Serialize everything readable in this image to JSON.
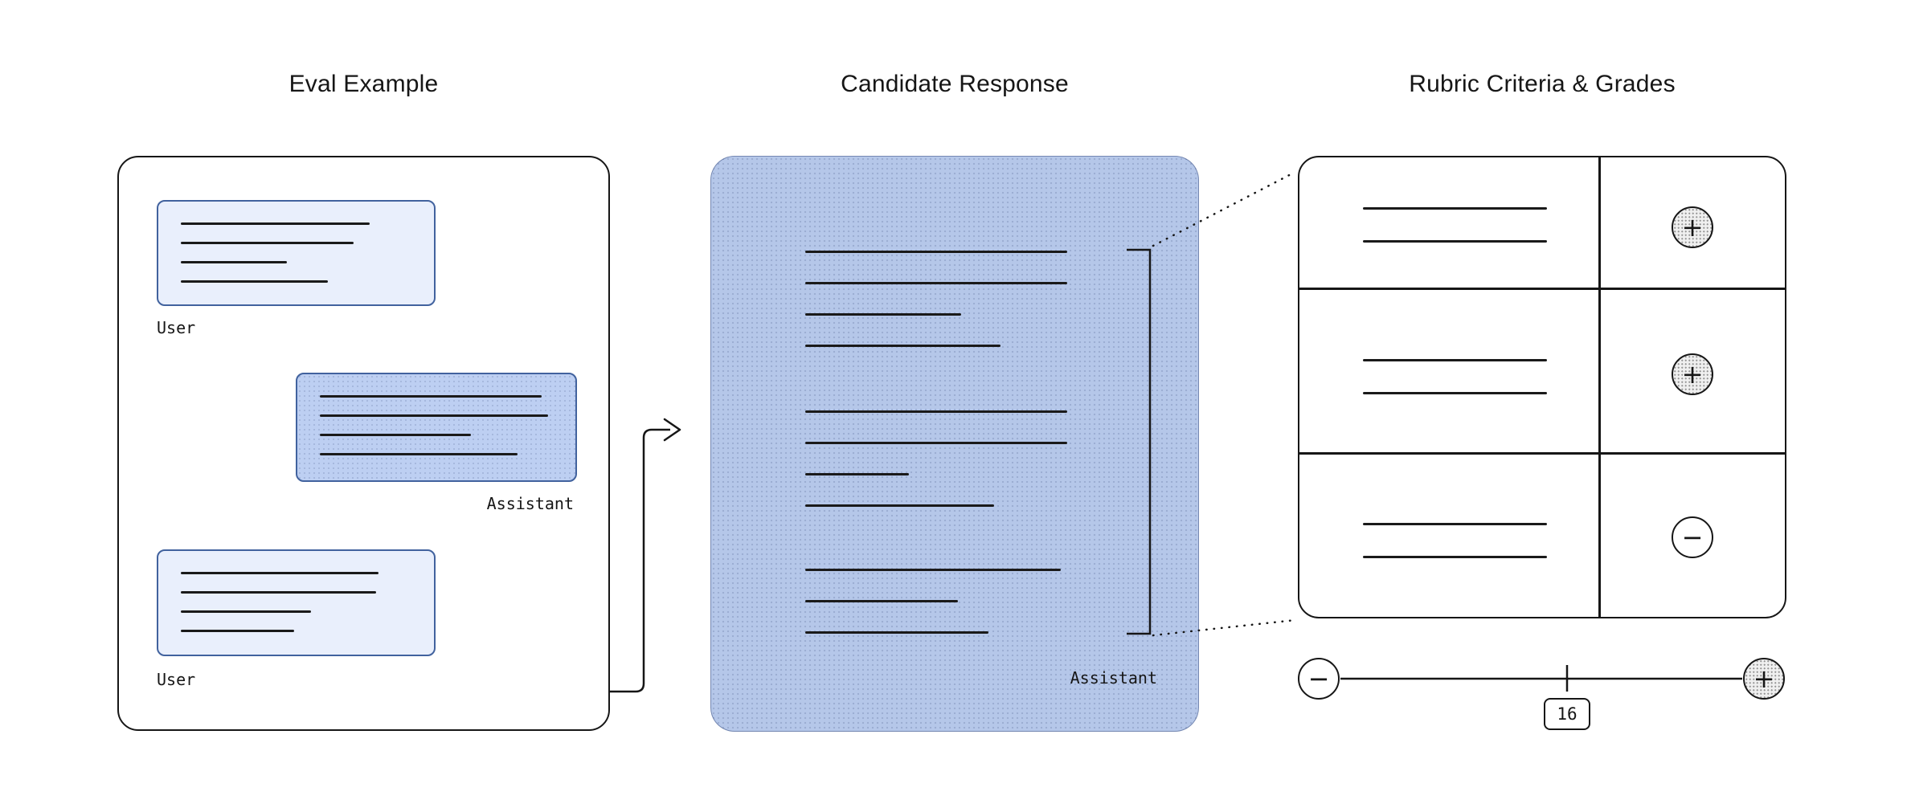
{
  "titles": {
    "eval": "Eval Example",
    "candidate": "Candidate Response",
    "rubric": "Rubric Criteria & Grades"
  },
  "eval_panel": {
    "messages": [
      {
        "role": "User"
      },
      {
        "role": "Assistant"
      },
      {
        "role": "User"
      }
    ]
  },
  "candidate_panel": {
    "label": "Assistant"
  },
  "rubric_panel": {
    "rows": [
      {
        "grade": "+",
        "grade_icon": "plus-grade-icon"
      },
      {
        "grade": "+",
        "grade_icon": "plus-grade-icon"
      },
      {
        "grade": "−",
        "grade_icon": "minus-grade-icon"
      }
    ],
    "slider": {
      "decrease": "−",
      "increase": "+",
      "value": "16"
    }
  },
  "decor": {
    "user1_lines": [
      235,
      215,
      132,
      183
    ],
    "assistant_lines": [
      276,
      284,
      188,
      246
    ],
    "user2_lines": [
      246,
      243,
      162,
      141
    ],
    "candidate_g1": [
      326,
      326,
      194,
      243
    ],
    "candidate_g2": [
      326,
      326,
      129,
      235
    ],
    "candidate_g3": [
      318,
      190,
      228
    ],
    "rubric_lines": [
      229,
      229
    ]
  },
  "colors": {
    "ink": "#161616",
    "accent_blue": "#b5c7e9",
    "bubble_user_fill": "#e9effc",
    "bubble_assistant_fill": "#bdcff2",
    "bubble_border": "#41629e"
  }
}
